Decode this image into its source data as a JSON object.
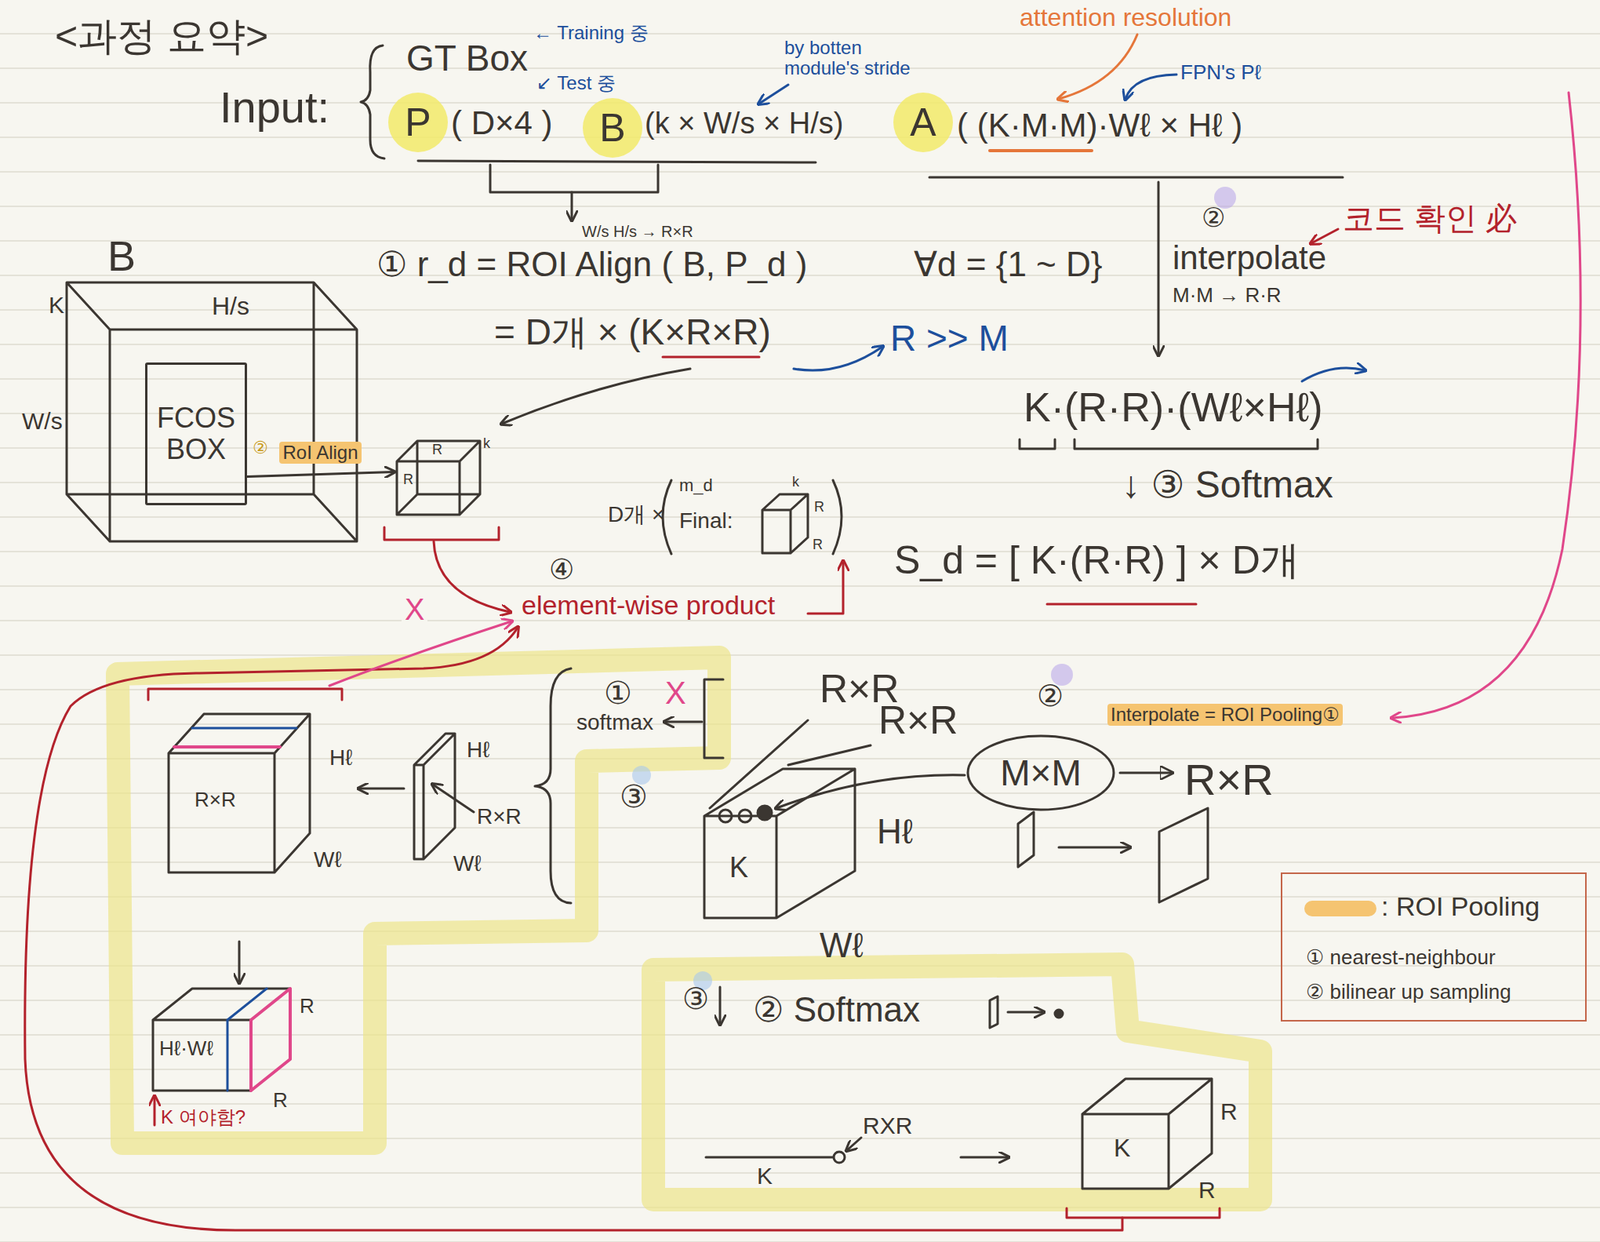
{
  "diagram": {
    "title": "<과정 요약>",
    "nodes": [
      {
        "text": [
          "P"
        ]
      },
      {
        "text": [
          "B"
        ]
      },
      {
        "text": [
          "A"
        ]
      },
      {
        "text": [
          "B"
        ]
      },
      {
        "text": [
          "FCOS BOX"
        ],
        "in": 3
      },
      {
        "text": [
          "R",
          "k",
          "R"
        ]
      },
      {
        "text": [
          "M×M"
        ]
      }
    ],
    "edges": [
      {
        "from": 4,
        "to": 5,
        "label": "RoI Align",
        "arrow": "to"
      }
    ],
    "labels": [
      "Input:",
      "GT Box",
      "← Training 중",
      "↙ Test 중",
      "( D×4 )",
      "(k × W/s × H/s)",
      "by botten module's stride",
      "attention resolution",
      "FPN's Pℓ",
      "( (K·M·M)·Wℓ × Hℓ )",
      "W/s H/s → R×R",
      "① r_d = ROI Align ( B, P_d )",
      "∀d = {1 ~ D}",
      "= D개 × (K×R×R)",
      "R >> M",
      "②",
      "interpolate",
      "M·M → R·R",
      "코드 확인 必",
      "K·(R·R)·(Wℓ×Hℓ)",
      "↓ ③ Softmax",
      "S_d = [ K·(R·R) ] × D개",
      "K",
      "H/s",
      "W/s",
      "②",
      "④",
      "element-wise product",
      "D개 ×",
      "m_d",
      "Final:",
      "k",
      "R",
      "R",
      "X",
      "R×R",
      "Hℓ",
      "Wℓ",
      "Hℓ",
      "R×R",
      "Wℓ",
      "①",
      "X",
      "softmax",
      "③",
      "Hℓ·Wℓ",
      "R",
      "R",
      "K 여야함?",
      "R×R",
      "R×R",
      "②",
      "Interpolate = ROI Pooling①",
      "K",
      "Hℓ",
      "Wℓ",
      "R×R",
      "③",
      "② Softmax",
      "K",
      "RXR",
      "K",
      "R",
      "R"
    ],
    "legend": [
      {
        "text": ": ROI Pooling",
        "color": "#f5c471"
      },
      {
        "text": "① nearest-neighbour"
      },
      {
        "text": "② bilinear up sampling"
      }
    ]
  }
}
